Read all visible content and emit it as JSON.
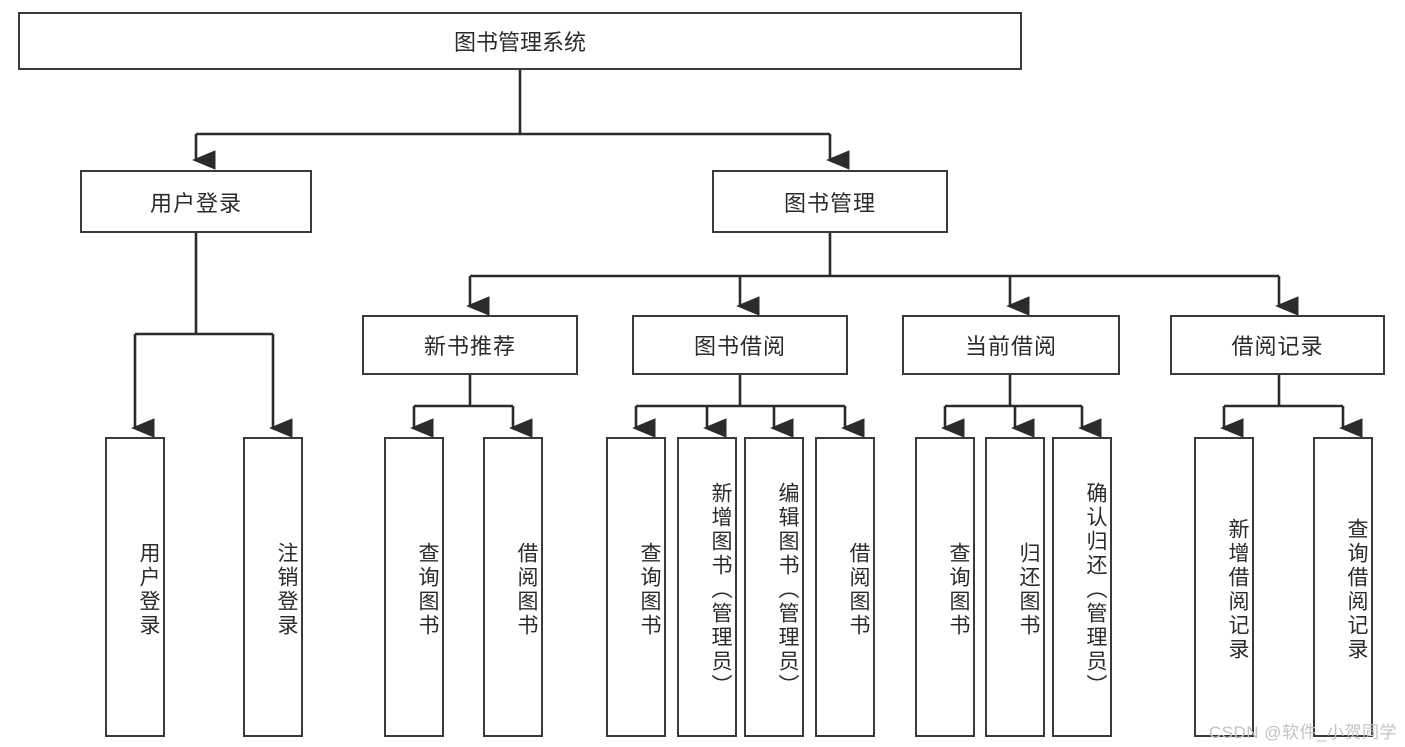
{
  "diagram": {
    "title": "图书管理系统",
    "type": "tree-hierarchy-diagram",
    "watermark": "CSDN @软件_小贺同学",
    "colors": {
      "background": "#ffffff",
      "box_border": "#3a3a3a",
      "connector": "#2b2b2b",
      "text": "#2b2b2b",
      "watermark": "#c3c3c3"
    },
    "nodes": {
      "root": {
        "label": "图书管理系统",
        "level": 1
      },
      "level2": [
        {
          "id": "user-login",
          "label": "用户登录"
        },
        {
          "id": "book-manage",
          "label": "图书管理"
        }
      ],
      "level3": [
        {
          "id": "new-book-recommend",
          "label": "新书推荐",
          "parent": "book-manage"
        },
        {
          "id": "book-borrow",
          "label": "图书借阅",
          "parent": "book-manage"
        },
        {
          "id": "current-borrow",
          "label": "当前借阅",
          "parent": "book-manage"
        },
        {
          "id": "borrow-record",
          "label": "借阅记录",
          "parent": "book-manage"
        }
      ],
      "leaves": {
        "user_login": [
          {
            "id": "leaf-user-login",
            "label": "用户登录"
          },
          {
            "id": "leaf-logout",
            "label": "注销登录"
          }
        ],
        "new_book_recommend": [
          {
            "id": "leaf-query-book-1",
            "label": "查询图书"
          },
          {
            "id": "leaf-borrow-book-1",
            "label": "借阅图书"
          }
        ],
        "book_borrow": [
          {
            "id": "leaf-query-book-2",
            "label": "查询图书"
          },
          {
            "id": "leaf-add-book",
            "label": "新增图书（管理员）"
          },
          {
            "id": "leaf-edit-book",
            "label": "编辑图书（管理员）"
          },
          {
            "id": "leaf-borrow-book-2",
            "label": "借阅图书"
          }
        ],
        "current_borrow": [
          {
            "id": "leaf-query-book-3",
            "label": "查询图书"
          },
          {
            "id": "leaf-return-book",
            "label": "归还图书"
          },
          {
            "id": "leaf-confirm-return",
            "label": "确认归还（管理员）"
          }
        ],
        "borrow_record": [
          {
            "id": "leaf-add-record",
            "label": "新增借阅记录"
          },
          {
            "id": "leaf-query-record",
            "label": "查询借阅记录"
          }
        ]
      }
    }
  }
}
